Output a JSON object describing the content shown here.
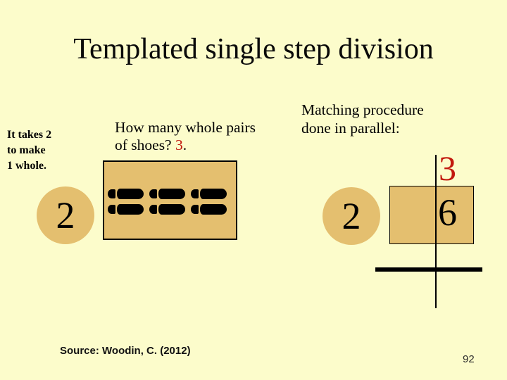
{
  "slide": {
    "title": "Templated single step division",
    "background_color": "#FCFCCB",
    "tan_color": "#E4BF6F",
    "red_color": "#C2190E",
    "source": "Source: Woodin, C. (2012)",
    "page_number": "92"
  },
  "left_panel": {
    "note_lines": [
      "It takes 2",
      "to make",
      "1 whole."
    ],
    "divisor_badge": "2",
    "question": {
      "line1": "How many whole pairs",
      "line2_prefix": "of shoes? ",
      "answer": "3",
      "suffix": "."
    },
    "shoe_grid": {
      "rows": 2,
      "cols": 3,
      "pairs": 3
    }
  },
  "right_panel": {
    "heading_line1": "Matching procedure",
    "heading_line2": "done in parallel:",
    "divisor_badge": "2",
    "quotient": "3",
    "dividend": "6"
  }
}
